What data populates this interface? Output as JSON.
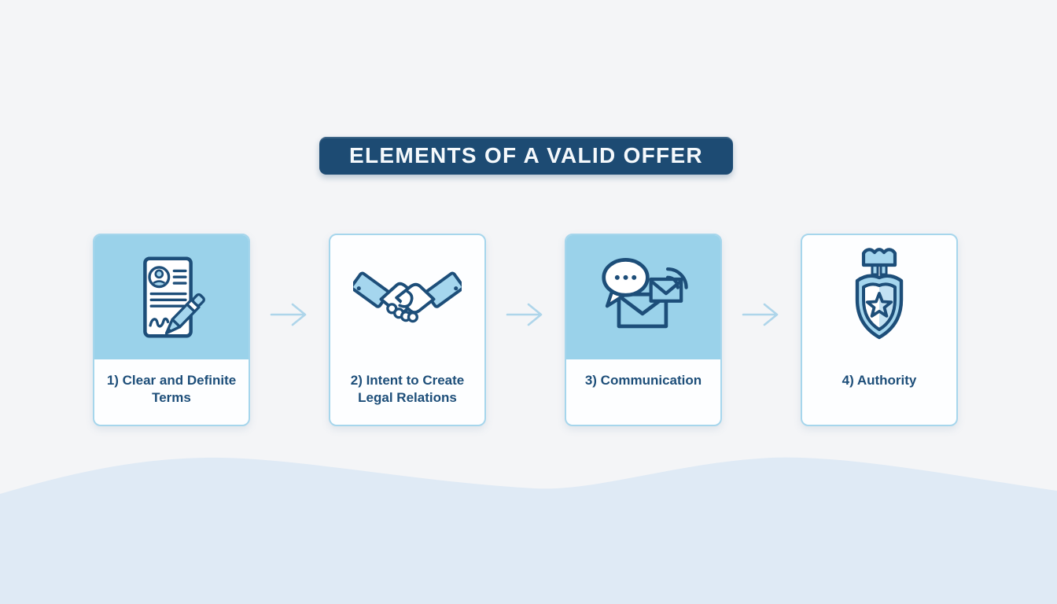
{
  "title": "ELEMENTS OF A VALID OFFER",
  "cards": [
    {
      "label": "1) Clear and Definite Terms",
      "icon": "contract-document-icon",
      "highlighted": true
    },
    {
      "label": "2) Intent to Create Legal Relations",
      "icon": "handshake-icon",
      "highlighted": false
    },
    {
      "label": "3) Communication",
      "icon": "speech-bubble-envelope-icon",
      "highlighted": true
    },
    {
      "label": "4) Authority",
      "icon": "shield-badge-icon",
      "highlighted": false
    }
  ],
  "flow": {
    "arrow_count": 3,
    "arrow_direction": "right"
  },
  "colors": {
    "background": "#f4f5f7",
    "wave": "#dfeaf5",
    "banner-bg": "#1d4b73",
    "banner-text": "#f5f9fc",
    "card-highlight": "#9ad2ea",
    "card-border": "#a6d6ec",
    "label-text": "#1d4e79",
    "icon-stroke": "#1d4e79",
    "arrow": "#aed5ea"
  }
}
